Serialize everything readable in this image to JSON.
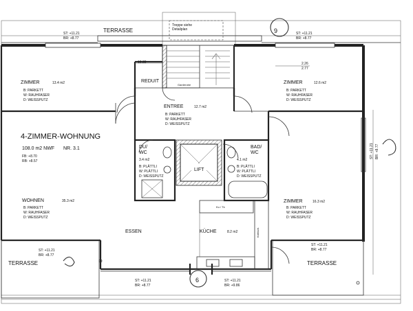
{
  "plan": {
    "title": "4-ZIMMER-WOHNUNG",
    "area": "108.0 m2 NWF",
    "unit_no": "NR. 3.1",
    "fb": "FB: +8.70",
    "rb": "RB: +8.57",
    "stair_note_1": "Treppe siehe",
    "stair_note_2": "Detailplan",
    "sheet_marks": {
      "top": "9",
      "bottom": "6"
    }
  },
  "levels": {
    "top_left_st": "ST: +11.21",
    "top_left_br": "BR: +8.77",
    "top_right_st": "ST: +11.21",
    "top_right_br": "BR: +8.77",
    "right_side_st": "ST: +11.21",
    "right_side_br": "BR: +8.77",
    "bl_st": "ST: +11.21",
    "bl_br": "BR: +8.77",
    "br_st": "ST: +11.21",
    "br_br": "BR: +8.77",
    "bottom1_st": "ST: +11.21",
    "bottom1_br": "BR: +8.77",
    "bottom2_st": "ST: +11.21",
    "bottom2_br": "BR: +9.86"
  },
  "dims": {
    "d1": "10.30",
    "d2": "2.26",
    "d3": "2.77"
  },
  "terraces": {
    "top": "TERRASSE",
    "bottom_left": "TERRASSE",
    "bottom_right": "TERRASSE"
  },
  "rooms": {
    "zimmer_tl": {
      "name": "ZIMMER",
      "area": "13.4 m2",
      "b": "B:  PARKETT",
      "w": "W:  RAUHFASER",
      "d": "D:  WEISSPUTZ"
    },
    "zimmer_tr": {
      "name": "ZIMMER",
      "area": "12.6 m2",
      "b": "B:  PARKETT",
      "w": "W:  RAUHFASER",
      "d": "D:  WEISSPUTZ"
    },
    "entree": {
      "name": "ENTREE",
      "area": "12.7 m2",
      "b": "B:  PARKETT",
      "w": "W:  RAUHFASER",
      "d": "D:  WEISSPUTZ"
    },
    "reduit": {
      "name": "REDUIT"
    },
    "garderobe": {
      "name": "Garderobe"
    },
    "dusche": {
      "name_1": "DU/",
      "name_2": "WC",
      "area": "3.4 m2",
      "b": "B:  PLÄTTLI",
      "w": "W:  PLÄTTLI",
      "d": "D:  WEISSPUTZ"
    },
    "bad": {
      "name_1": "BAD/",
      "name_2": "WC",
      "area": "4.1 m2",
      "b": "B:  PLÄTTLI",
      "w": "W:  PLÄTTLI",
      "d": "D:  WEISSPUTZ"
    },
    "lift": {
      "name": "LIFT"
    },
    "wohnen": {
      "name": "WOHNEN",
      "area": "35.3 m2",
      "b": "B:  PARKETT",
      "w": "W:  RAUHFASER",
      "d": "D:  WEISSPUTZ"
    },
    "zimmer_br": {
      "name": "ZIMMER",
      "area": "16.3 m2",
      "b": "B:  PARKETT",
      "w": "W:  RAUHFASER",
      "d": "D:  WEISSPUTZ"
    },
    "essen": {
      "name": "ESSEN"
    },
    "kueche": {
      "name": "KÜCHE",
      "area": "8.2 m2",
      "small": "Ku / Tk",
      "kuehl": "Kühlsch."
    }
  }
}
